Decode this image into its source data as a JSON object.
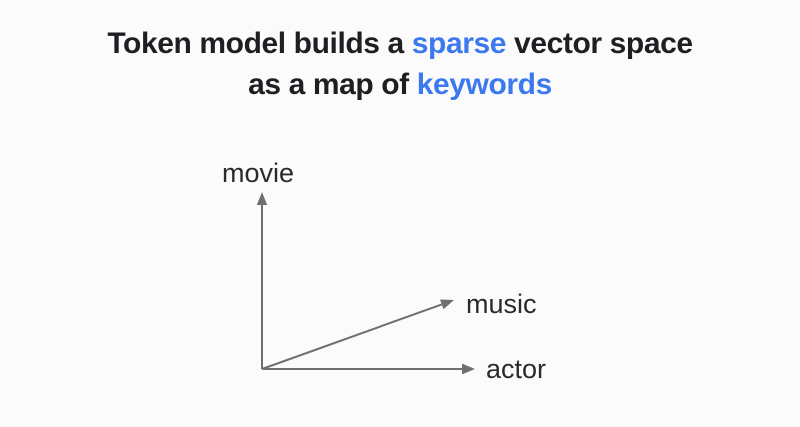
{
  "colors": {
    "background": "#fbfbfb",
    "title_text": "#1f1f23",
    "accent_blue": "#3c78ef",
    "axis_gray": "#6f6f6f",
    "label_text": "#2a2a2a"
  },
  "title": {
    "line1": {
      "pre": "Token model builds a ",
      "highlight": "sparse",
      "post": " vector space"
    },
    "line2": {
      "pre": "as a map of ",
      "highlight": "keywords",
      "post": ""
    }
  },
  "diagram": {
    "type": "vector-space-axes",
    "axes": [
      {
        "label": "movie",
        "direction": "up"
      },
      {
        "label": "music",
        "direction": "up-right"
      },
      {
        "label": "actor",
        "direction": "right"
      }
    ]
  }
}
